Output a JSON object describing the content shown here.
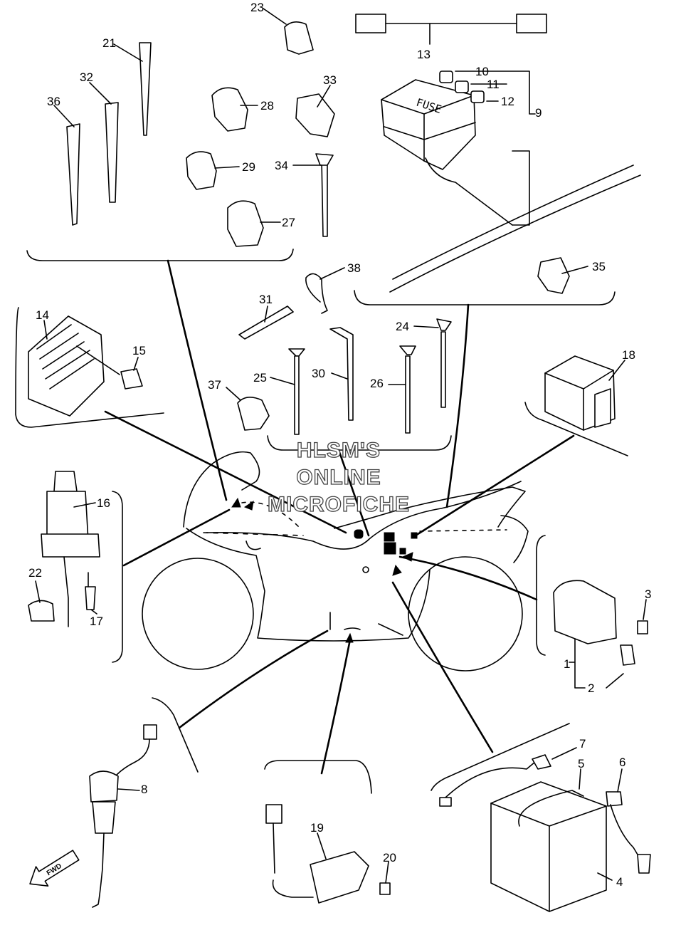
{
  "watermark": {
    "line1": "HLSM'S",
    "line2": "ONLINE",
    "line3": "MICROFICHE"
  },
  "direction_label": "FWD",
  "fuse_box_label": "FUSE",
  "callouts": {
    "p1": "1",
    "p2": "2",
    "p3": "3",
    "p4": "4",
    "p5": "5",
    "p6": "6",
    "p7": "7",
    "p8": "8",
    "p9": "9",
    "p10": "10",
    "p11": "11",
    "p12": "12",
    "p13": "13",
    "p14": "14",
    "p15": "15",
    "p16": "16",
    "p17": "17",
    "p18": "18",
    "p19": "19",
    "p20": "20",
    "p21": "21",
    "p22": "22",
    "p23": "23",
    "p24": "24",
    "p25": "25",
    "p26": "26",
    "p27": "27",
    "p28": "28",
    "p29": "29",
    "p30": "30",
    "p31": "31",
    "p32": "32",
    "p33": "33",
    "p34": "34",
    "p35": "35",
    "p36": "36",
    "p37": "37",
    "p38": "38"
  }
}
